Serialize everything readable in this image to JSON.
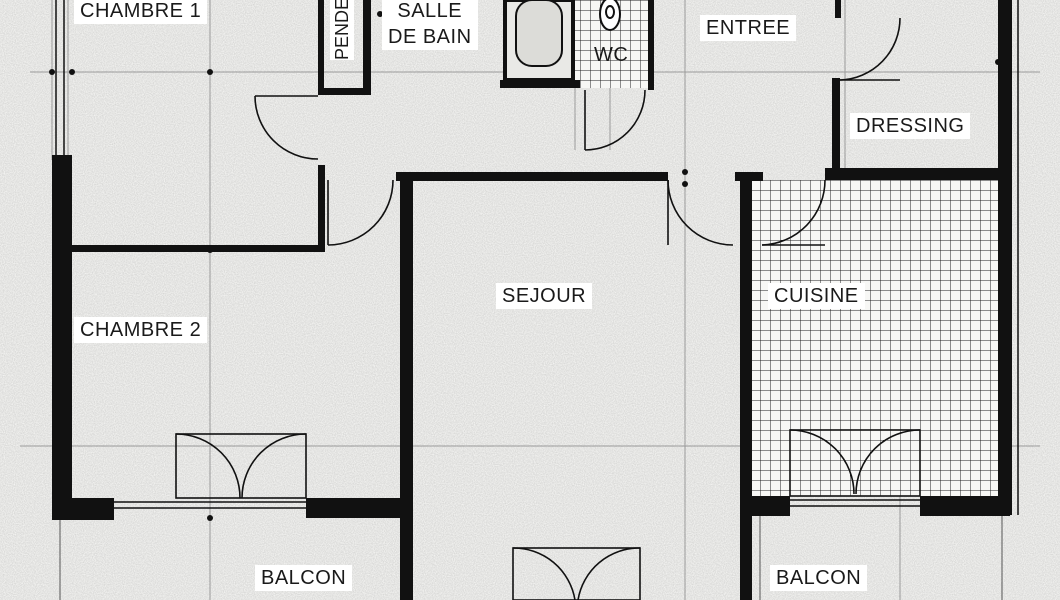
{
  "plan": {
    "rooms": {
      "chambre1": "CHAMBRE 1",
      "penderie": "PENDERIE",
      "salle_de_bain_line1": "SALLE",
      "salle_de_bain_line2": "DE BAIN",
      "wc": "WC",
      "entree": "ENTREE",
      "dressing": "DRESSING",
      "sejour": "SEJOUR",
      "cuisine": "CUISINE",
      "chambre2": "CHAMBRE 2",
      "balcon_left": "BALCON",
      "balcon_right": "BALCON"
    },
    "colors": {
      "paper": "#f4f4f2",
      "wall": "#111111",
      "grid_line": "#9a9a9a",
      "tile_line": "#222222"
    }
  }
}
